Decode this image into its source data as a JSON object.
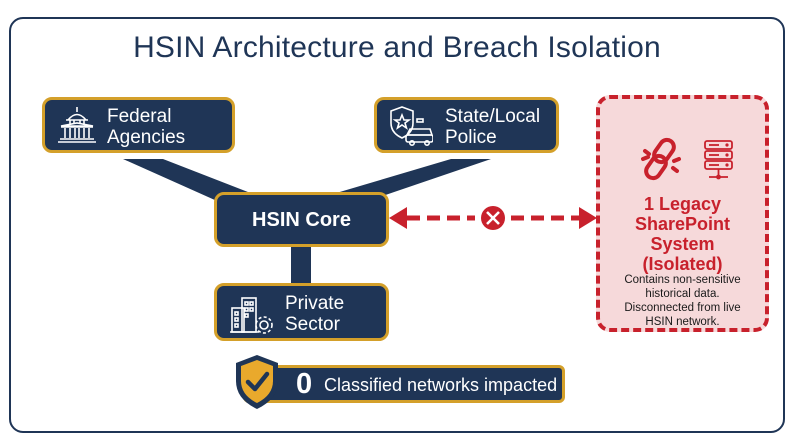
{
  "title": "HSIN Architecture and Breach Isolation",
  "nodes": {
    "federal": {
      "label_line1": "Federal",
      "label_line2": "Agencies",
      "icon": "capitol-building-icon"
    },
    "state": {
      "label_line1": "State/Local",
      "label_line2": "Police",
      "icon": "police-badge-car-icon"
    },
    "core": {
      "label": "HSIN Core"
    },
    "private": {
      "label_line1": "Private",
      "label_line2": "Sector",
      "icon": "office-building-gear-icon"
    }
  },
  "isolated_system": {
    "title_line1": "1 Legacy",
    "title_line2": "SharePoint",
    "title_line3": "System",
    "title_line4": "(Isolated)",
    "desc_line1": "Contains non-sensitive",
    "desc_line2": "historical data.",
    "desc_line3": "Disconnected from live",
    "desc_line4": "HSIN network.",
    "icons": [
      "broken-chain-icon",
      "server-icon"
    ]
  },
  "disconnect_link": {
    "icon": "disconnect-x-icon"
  },
  "impact": {
    "count": "0",
    "text": "Classified networks impacted",
    "icon": "shield-check-icon"
  },
  "colors": {
    "navy": "#1f3556",
    "gold": "#d4a02a",
    "red": "#c8212c",
    "isolated_fill": "#f6d9da"
  }
}
